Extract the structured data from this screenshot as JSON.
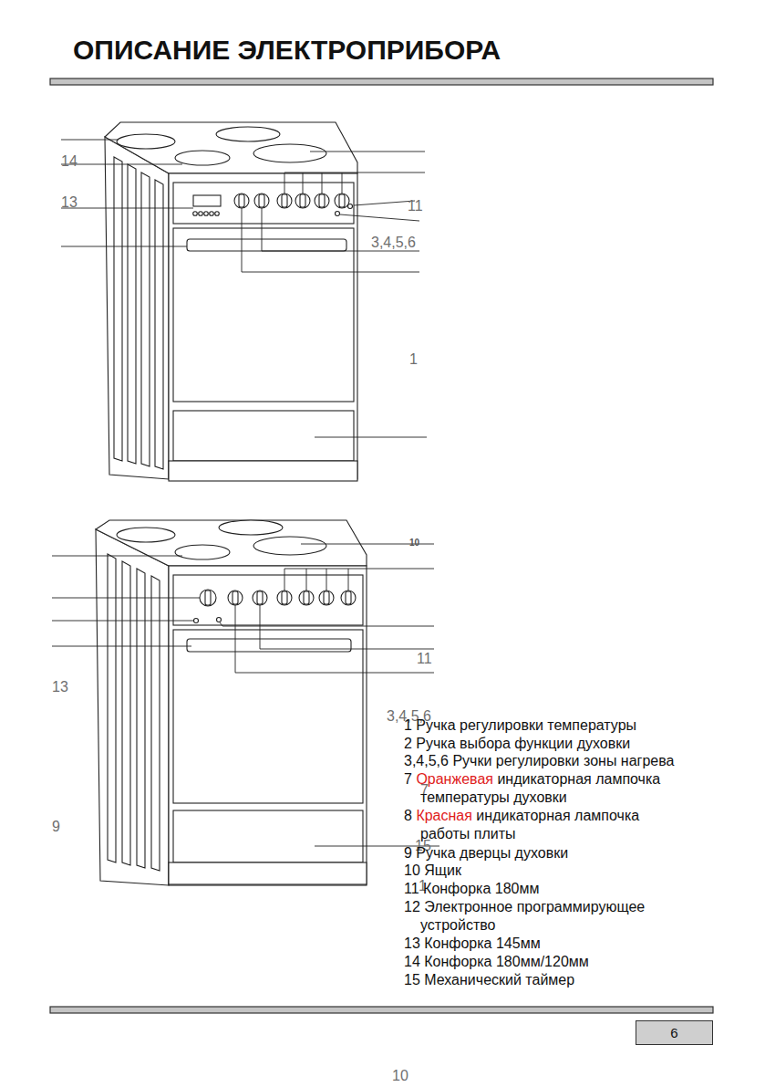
{
  "diagram": {
    "title": "ОПИСАНИЕ ЭЛЕКТРОПРИБОРА",
    "nodes": [
      {
        "text": [
          "6"
        ]
      }
    ],
    "labels": [
      "14",
      "13",
      "11",
      "3,4,5,6",
      "1",
      "10",
      "11",
      "13",
      "3,4,5,6",
      "7",
      "9",
      "15",
      "1",
      "10",
      "1 Ручка регулировки температуры",
      "2 Ручка выбора функции духовки",
      "3,4,5,6 Ручки регулировки зоны нагрева",
      "7",
      "Оранжевая",
      "индикаторная лампочка температуры духовки",
      "8",
      "Красная",
      "индикаторная лампочка работы плиты",
      "9 Ручка дверцы духовки",
      "10 Ящик",
      "11 Конфорка 180мм",
      "12 Электронное программирующее устройство",
      "13 Конфорка 145мм",
      "14 Конфорка 180мм/120мм",
      "15 Механический таймер"
    ]
  }
}
